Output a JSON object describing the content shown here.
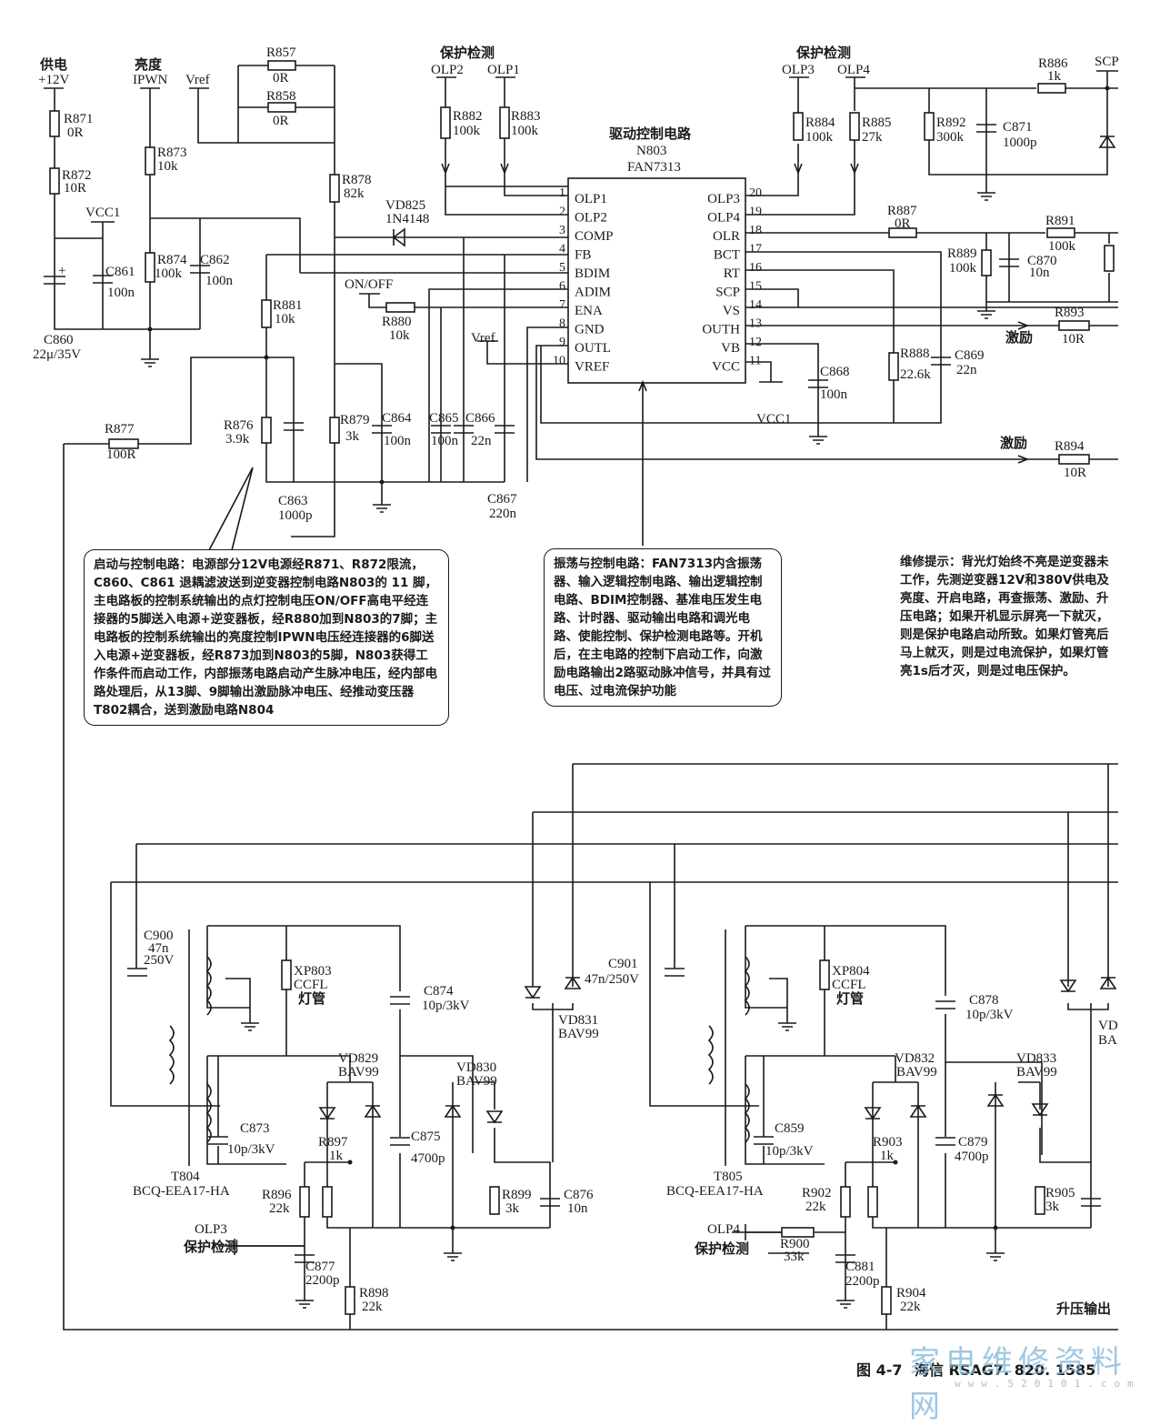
{
  "figure": {
    "caption_prefix": "图 4-7",
    "caption_title": "海信 RSAG7. 820. 1585",
    "watermark": "家电维修资料网",
    "watermark_url": "www.520101.com"
  },
  "supply": {
    "title": "供电",
    "net": "+12V",
    "R871": {
      "ref": "R871",
      "val": "0R"
    },
    "R872": {
      "ref": "R872",
      "val": "10R"
    },
    "vcc1": "VCC1",
    "C860": {
      "ref": "C860",
      "val": "22μ/35V"
    },
    "C861": {
      "ref": "C861",
      "val": "100n"
    }
  },
  "brightness": {
    "title": "亮度",
    "net": "IPWN",
    "vref": "Vref",
    "R873": {
      "ref": "R873",
      "val": "10k"
    },
    "R874": {
      "ref": "R874",
      "val": "100k"
    },
    "C862": {
      "ref": "C862",
      "val": "100n"
    },
    "R857": {
      "ref": "R857",
      "val": "0R"
    },
    "R858": {
      "ref": "R858",
      "val": "0R"
    },
    "R878": {
      "ref": "R878",
      "val": "82k"
    },
    "VD825": {
      "ref": "VD825",
      "val": "1N4148"
    },
    "onoff": "ON/OFF",
    "R880": {
      "ref": "R880",
      "val": "10k"
    },
    "R881": {
      "ref": "R881",
      "val": "10k"
    },
    "R876": {
      "ref": "R876",
      "val": "3.9k"
    },
    "R877": {
      "ref": "R877",
      "val": "100R"
    },
    "R879": {
      "ref": "R879",
      "val": "3k"
    },
    "C863": {
      "ref": "C863",
      "val": "1000p"
    },
    "C864": {
      "ref": "C864",
      "val": "100n"
    },
    "C865": {
      "ref": "C865",
      "val": "100n"
    },
    "C866": {
      "ref": "C866",
      "val": "22n"
    },
    "C867": {
      "ref": "C867",
      "val": "220n"
    },
    "vref2": "Vref"
  },
  "protect_left": {
    "title": "保护检测",
    "olp2": "OLP2",
    "olp1": "OLP1",
    "R882": {
      "ref": "R882",
      "val": "100k"
    },
    "R883": {
      "ref": "R883",
      "val": "100k"
    }
  },
  "protect_right": {
    "title": "保护检测",
    "olp3": "OLP3",
    "olp4": "OLP4",
    "R884": {
      "ref": "R884",
      "val": "100k"
    },
    "R885": {
      "ref": "R885",
      "val": "27k"
    },
    "R892": {
      "ref": "R892",
      "val": "300k"
    },
    "C871": {
      "ref": "C871",
      "val": "1000p"
    },
    "R886": {
      "ref": "R886",
      "val": "1k"
    },
    "scp": "SCP"
  },
  "ic": {
    "title": "驱动控制电路",
    "ref": "N803",
    "part": "FAN7313",
    "left_pins": [
      {
        "num": "1",
        "name": "OLP1"
      },
      {
        "num": "2",
        "name": "OLP2"
      },
      {
        "num": "3",
        "name": "COMP"
      },
      {
        "num": "4",
        "name": "FB"
      },
      {
        "num": "5",
        "name": "BDIM"
      },
      {
        "num": "6",
        "name": "ADIM"
      },
      {
        "num": "7",
        "name": "ENA"
      },
      {
        "num": "8",
        "name": "GND"
      },
      {
        "num": "9",
        "name": "OUTL"
      },
      {
        "num": "10",
        "name": "VREF"
      }
    ],
    "right_pins": [
      {
        "num": "20",
        "name": "OLP3"
      },
      {
        "num": "19",
        "name": "OLP4"
      },
      {
        "num": "18",
        "name": "OLR"
      },
      {
        "num": "17",
        "name": "BCT"
      },
      {
        "num": "16",
        "name": "RT"
      },
      {
        "num": "15",
        "name": "SCP"
      },
      {
        "num": "14",
        "name": "VS"
      },
      {
        "num": "13",
        "name": "OUTH"
      },
      {
        "num": "12",
        "name": "VB"
      },
      {
        "num": "11",
        "name": "VCC"
      }
    ]
  },
  "right_side": {
    "R887": {
      "ref": "R887",
      "val": "0R"
    },
    "R891": {
      "ref": "R891",
      "val": "100k"
    },
    "R889": {
      "ref": "R889",
      "val": "100k"
    },
    "C870": {
      "ref": "C870",
      "val": "10n"
    },
    "R893": {
      "ref": "R893",
      "val": "10R"
    },
    "R894": {
      "ref": "R894",
      "val": "10R"
    },
    "drive1": "激励",
    "drive2": "激励",
    "R888": {
      "ref": "R888",
      "val": "22.6k"
    },
    "C869": {
      "ref": "C869",
      "val": "22n"
    },
    "C868": {
      "ref": "C868",
      "val": "100n"
    },
    "vcc1": "VCC1"
  },
  "notes": {
    "startup": "启动与控制电路：电源部分12V电源经R871、R872限流，C860、C861 退耦滤波送到逆变器控制电路N803的 11 脚，主电路板的控制系统输出的点灯控制电压ON/OFF高电平经连接器的5脚送入电源+逆变器板，经R880加到N803的7脚；主电路板的控制系统输出的亮度控制IPWN电压经连接器的6脚送入电源+逆变器板，经R873加到N803的5脚，N803获得工作条件而启动工作，内部振荡电路启动产生脉冲电压，经内部电路处理后，从13脚、9脚输出激励脉冲电压、经推动变压器T802耦合，送到激励电路N804",
    "oscillator": "振荡与控制电路：FAN7313内含振荡器、输入逻辑控制电路、输出逻辑控制电路、BDIM控制器、基准电压发生电路、计时器、驱动输出电路和调光电路、使能控制、保护检测电路等。开机后，在主电路的控制下启动工作，向激励电路输出2路驱动脉冲信号，并具有过电压、过电流保护功能",
    "repair": "维修提示：背光灯始终不亮是逆变器未工作，先测逆变器12V和380V供电及亮度、开启电路，再查振荡、激励、升压电路；如果开机显示屏亮一下就灭，则是保护电路启动所致。如果灯管亮后马上就灭，则是过电流保护，如果灯管亮1s后才灭，则是过电压保护。"
  },
  "output_left": {
    "C900": {
      "ref": "C900",
      "val1": "47n",
      "val2": "250V"
    },
    "T804": {
      "ref": "T804",
      "val": "BCQ-EEA17-HA"
    },
    "XP803": {
      "ref": "XP803",
      "val1": "CCFL",
      "val2": "灯管"
    },
    "C874": {
      "ref": "C874",
      "val": "10p/3kV"
    },
    "C873": {
      "ref": "C873",
      "val": "10p/3kV"
    },
    "VD829": {
      "ref": "VD829",
      "val": "BAV99"
    },
    "VD830": {
      "ref": "VD830",
      "val": "BAV99"
    },
    "VD831": {
      "ref": "VD831",
      "val": "BAV99"
    },
    "C901": {
      "ref": "C901",
      "val": "47n/250V"
    },
    "R897": {
      "ref": "R897",
      "val": "1k"
    },
    "C875": {
      "ref": "C875",
      "val": "4700p"
    },
    "R896": {
      "ref": "R896",
      "val": "22k"
    },
    "R899": {
      "ref": "R899",
      "val": "3k"
    },
    "C876": {
      "ref": "C876",
      "val": "10n"
    },
    "olp": "OLP3",
    "olp_title": "保护检测",
    "C877": {
      "ref": "C877",
      "val": "2200p"
    },
    "R898": {
      "ref": "R898",
      "val": "22k"
    }
  },
  "output_right": {
    "T805": {
      "ref": "T805",
      "val": "BCQ-EEA17-HA"
    },
    "XP804": {
      "ref": "XP804",
      "val1": "CCFL",
      "val2": "灯管"
    },
    "C878": {
      "ref": "C878",
      "val": "10p/3kV"
    },
    "C859": {
      "ref": "C859",
      "val": "10p/3kV"
    },
    "VD832": {
      "ref": "VD832",
      "val": "BAV99"
    },
    "VD833": {
      "ref": "VD833",
      "val": "BAV99"
    },
    "VDx": {
      "ref": "VD",
      "val": "BA"
    },
    "R903": {
      "ref": "R903",
      "val": "1k"
    },
    "C879": {
      "ref": "C879",
      "val": "4700p"
    },
    "R902": {
      "ref": "R902",
      "val": "22k"
    },
    "R905": {
      "ref": "R905",
      "val": "3k"
    },
    "olp": "OLP4",
    "olp_title": "保护检测",
    "R900": {
      "ref": "R900",
      "val": "33k"
    },
    "C881": {
      "ref": "C881",
      "val": "2200p"
    },
    "R904": {
      "ref": "R904",
      "val": "22k"
    },
    "boost_out": "升压输出"
  }
}
